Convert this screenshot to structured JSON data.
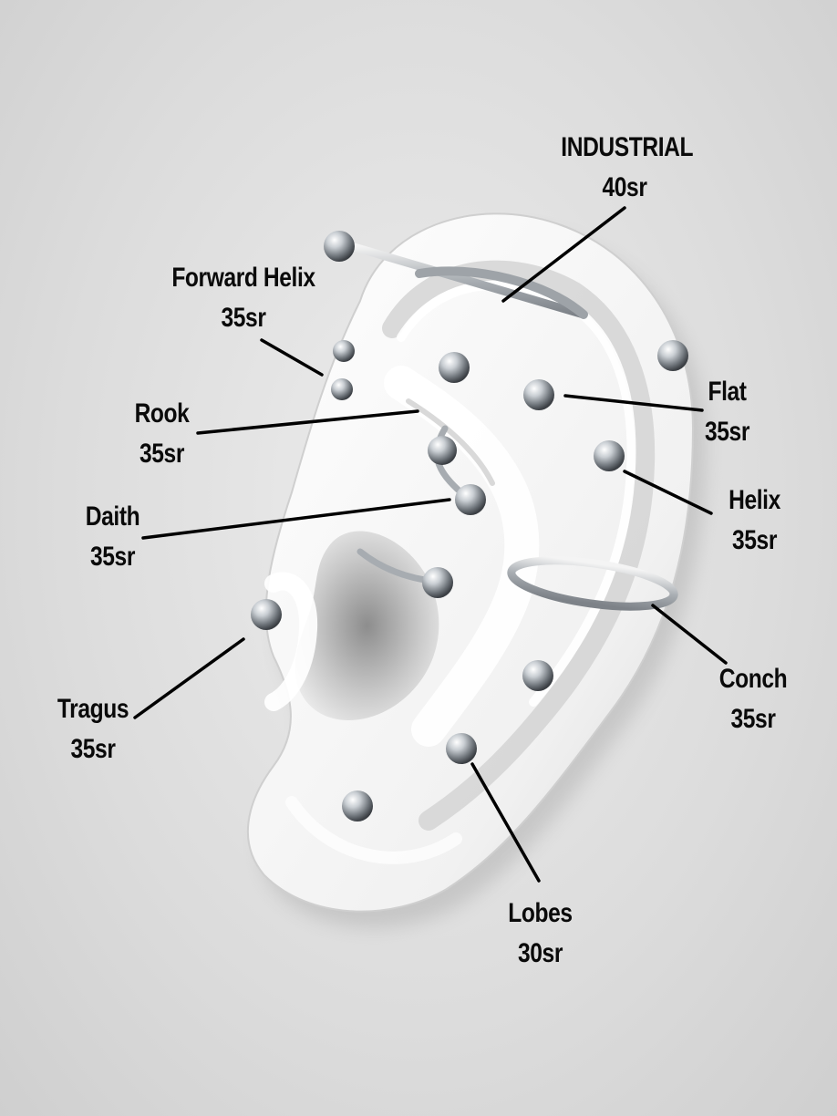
{
  "piercings": [
    {
      "id": "industrial",
      "name": "INDUSTRIAL",
      "price": "40sr"
    },
    {
      "id": "forward-helix",
      "name": "Forward Helix",
      "price": "35sr"
    },
    {
      "id": "rook",
      "name": "Rook",
      "price": "35sr"
    },
    {
      "id": "flat",
      "name": "Flat",
      "price": "35sr"
    },
    {
      "id": "daith",
      "name": "Daith",
      "price": "35sr"
    },
    {
      "id": "helix",
      "name": "Helix",
      "price": "35sr"
    },
    {
      "id": "tragus",
      "name": "Tragus",
      "price": "35sr"
    },
    {
      "id": "conch",
      "name": "Conch",
      "price": "35sr"
    },
    {
      "id": "lobes",
      "name": "Lobes",
      "price": "30sr"
    }
  ],
  "colors": {
    "background": "#dcdcdc",
    "ear": "#f7f7f7",
    "ear_shadow": "#bdbdbd",
    "jewelry": "#9aa0a6",
    "text": "#0a0a0a",
    "pointer_line": "#000000"
  }
}
